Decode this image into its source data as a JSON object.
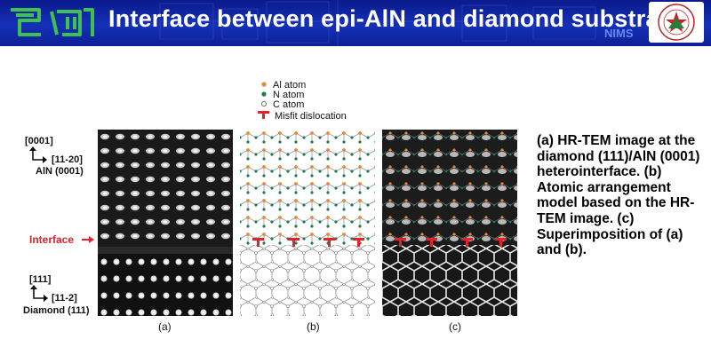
{
  "slide": {
    "title": "Interface between epi-AlN and diamond substrate",
    "watermark": "NIMS"
  },
  "legend": {
    "al_atom": "Al atom",
    "n_atom": "N atom",
    "c_atom": "C atom",
    "misfit": "Misfit dislocation"
  },
  "labels": {
    "dir_0001": "[0001]",
    "dir_11_20": "[11-20]",
    "aln": "AlN (0001)",
    "interface": "Interface",
    "dir_111": "[111]",
    "dir_11_2": "[11-2]",
    "diamond": "Diamond (111)",
    "panel_a": "(a)",
    "panel_b": "(b)",
    "panel_c": "(c)"
  },
  "caption": "(a) HR-TEM image at the diamond (111)/AlN (0001) heterointerface. (b) Atomic arrangement model based on the HR-TEM image. (c) Superimposition of (a) and (b).",
  "colors": {
    "header": "#1530b8",
    "interface_red": "#e0242b",
    "al_atom": "#e08a3a",
    "n_atom": "#1f7a4f"
  }
}
